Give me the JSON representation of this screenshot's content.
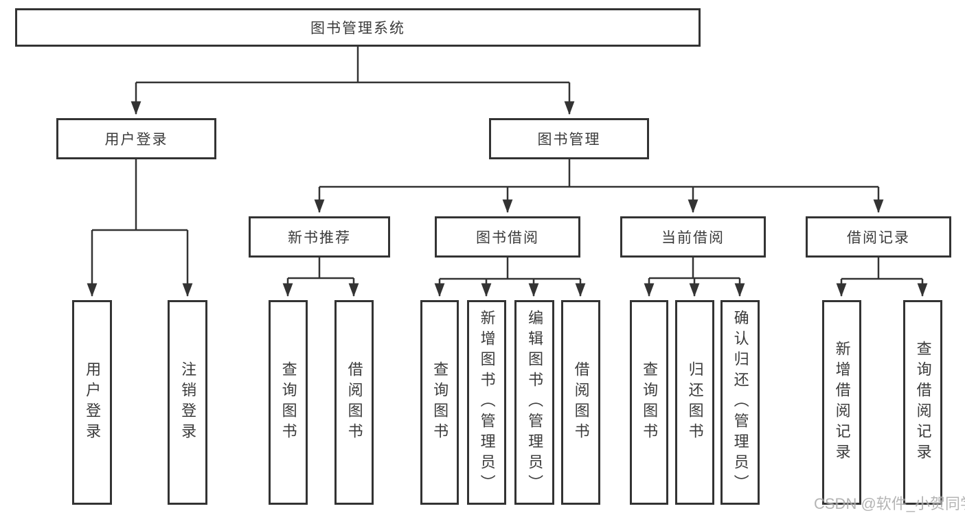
{
  "tree": {
    "root": {
      "label": "图书管理系统"
    },
    "branches": [
      {
        "label": "用户登录",
        "children": [
          "用户登录",
          "注销登录"
        ]
      },
      {
        "label": "图书管理",
        "groups": [
          {
            "label": "新书推荐",
            "children": [
              "查询图书",
              "借阅图书"
            ]
          },
          {
            "label": "图书借阅",
            "children": [
              "查询图书",
              "新增图书（管理员）",
              "编辑图书（管理员）",
              "借阅图书"
            ]
          },
          {
            "label": "当前借阅",
            "children": [
              "查询图书",
              "归还图书",
              "确认归还（管理员）"
            ]
          },
          {
            "label": "借阅记录",
            "children": [
              "新增借阅记录",
              "查询借阅记录"
            ]
          }
        ]
      }
    ]
  },
  "watermark": {
    "text": "CSDN @软件_小贺同学"
  },
  "colors": {
    "line": "#333333",
    "text": "#3b3b3b",
    "background": "#ffffff",
    "watermark": "#a8a8a8"
  }
}
